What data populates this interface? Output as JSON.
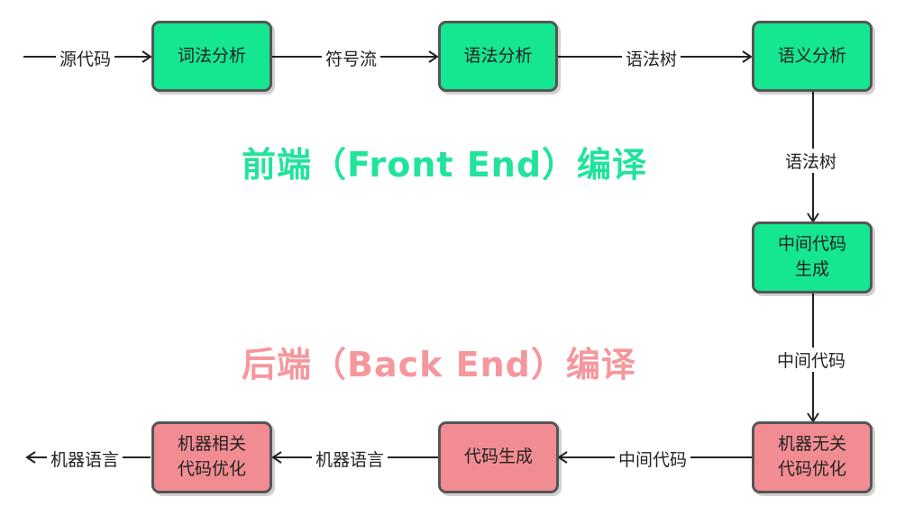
{
  "colors": {
    "front": "#15e690",
    "back": "#f28c93",
    "front_title": "#22e39b",
    "back_title": "#f5979c"
  },
  "titles": {
    "front": "前端（Front End）编译",
    "back": "后端（Back End）编译"
  },
  "nodes": {
    "lexer": {
      "lines": [
        "词法分析"
      ]
    },
    "parser": {
      "lines": [
        "语法分析"
      ]
    },
    "semantic": {
      "lines": [
        "语义分析"
      ]
    },
    "ir_gen": {
      "lines": [
        "中间代码",
        "生成"
      ]
    },
    "mi_opt": {
      "lines": [
        "机器无关",
        "代码优化"
      ]
    },
    "codegen": {
      "lines": [
        "代码生成"
      ]
    },
    "md_opt": {
      "lines": [
        "机器相关",
        "代码优化"
      ]
    }
  },
  "edges": {
    "source": "源代码",
    "tokens": "符号流",
    "tree1": "语法树",
    "tree2": "语法树",
    "ir1": "中间代码",
    "ir2": "中间代码",
    "mc1": "机器语言",
    "mc_out": "机器语言"
  }
}
